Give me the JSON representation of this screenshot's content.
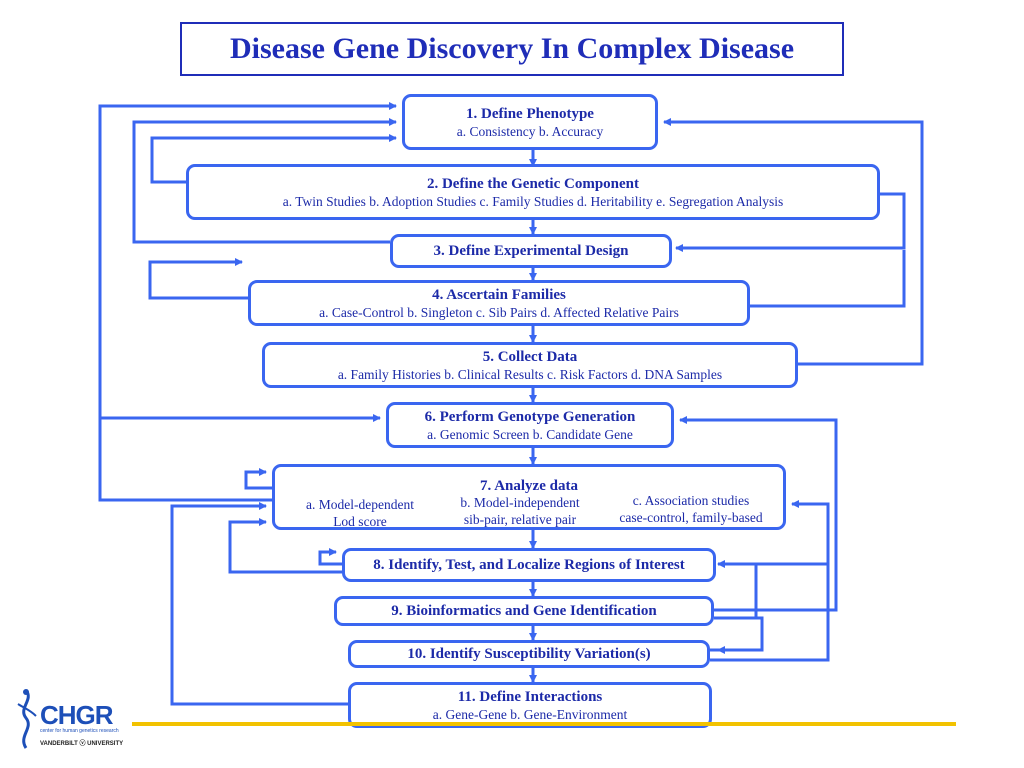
{
  "title": "Disease Gene Discovery In Complex Disease",
  "colors": {
    "box_border": "#3a66f0",
    "text": "#1c2aa8",
    "arrow": "#3a66f0",
    "title": "#1f2db8",
    "accent_line": "#f2c200"
  },
  "steps": [
    {
      "id": 1,
      "heading": "1.  Define Phenotype",
      "sub": "a.  Consistency    b.  Accuracy"
    },
    {
      "id": 2,
      "heading": "2.  Define the Genetic Component",
      "sub": "a.  Twin Studies    b.  Adoption Studies    c.  Family Studies    d.  Heritability    e.  Segregation Analysis"
    },
    {
      "id": 3,
      "heading": "3.  Define Experimental Design",
      "sub": ""
    },
    {
      "id": 4,
      "heading": "4.  Ascertain Families",
      "sub": "a.  Case-Control   b.  Singleton    c.  Sib Pairs    d.  Affected Relative Pairs"
    },
    {
      "id": 5,
      "heading": "5.  Collect Data",
      "sub": "a.  Family Histories    b.  Clinical Results    c.  Risk Factors    d.  DNA Samples"
    },
    {
      "id": 6,
      "heading": "6.  Perform Genotype Generation",
      "sub": "a.  Genomic Screen    b.  Candidate Gene"
    },
    {
      "id": 7,
      "heading": "7.  Analyze data",
      "sub_a_1": "a.  Model-dependent",
      "sub_a_2": "Lod score",
      "sub_b_1": "b.  Model-independent",
      "sub_b_2": "sib-pair, relative pair",
      "sub_c_1": "c. Association studies",
      "sub_c_2": "case-control,  family-based"
    },
    {
      "id": 8,
      "heading": "8.  Identify, Test, and Localize Regions of Interest",
      "sub": ""
    },
    {
      "id": 9,
      "heading": "9.  Bioinformatics and Gene Identification",
      "sub": ""
    },
    {
      "id": 10,
      "heading": "10.  Identify Susceptibility Variation(s)",
      "sub": ""
    },
    {
      "id": 11,
      "heading": "11.  Define Interactions",
      "sub": "a.  Gene-Gene    b.  Gene-Environment"
    }
  ],
  "logo": {
    "name": "CHGR",
    "tagline": "center for human genetics research",
    "institution": "VANDERBILT ⓥ UNIVERSITY"
  }
}
